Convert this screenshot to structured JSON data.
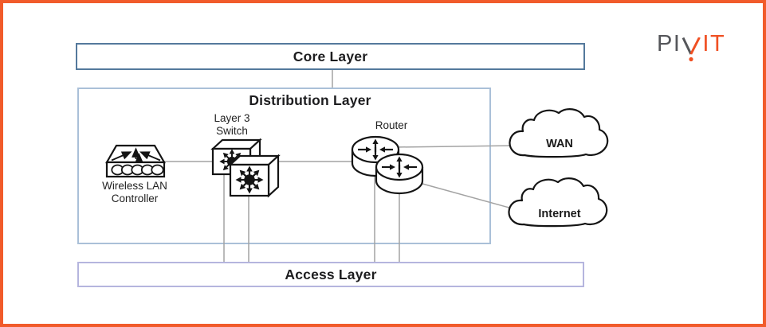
{
  "brand": {
    "logo_gray_text": "PI",
    "logo_orange_text": "IT",
    "logo_v_letter": "V",
    "gray": "#55565A",
    "orange": "#F05023"
  },
  "frame": {
    "border_color": "#F15B2B"
  },
  "layers": {
    "core": {
      "label": "Core Layer",
      "border_color": "#54799C"
    },
    "distribution": {
      "label": "Distribution Layer",
      "border_color": "#AAC0D8"
    },
    "access": {
      "label": "Access Layer",
      "border_color": "#B5B5DE"
    }
  },
  "devices": {
    "wireless_lan_controller": {
      "label_line1": "Wireless LAN",
      "label_line2": "Controller"
    },
    "layer3_switch": {
      "label_line1": "Layer 3",
      "label_line2": "Switch"
    },
    "router": {
      "label": "Router"
    }
  },
  "clouds": {
    "wan": {
      "label": "WAN"
    },
    "internet": {
      "label": "Internet"
    }
  },
  "connector_color": "#A3A3A3",
  "icon_stroke_color": "#141414"
}
